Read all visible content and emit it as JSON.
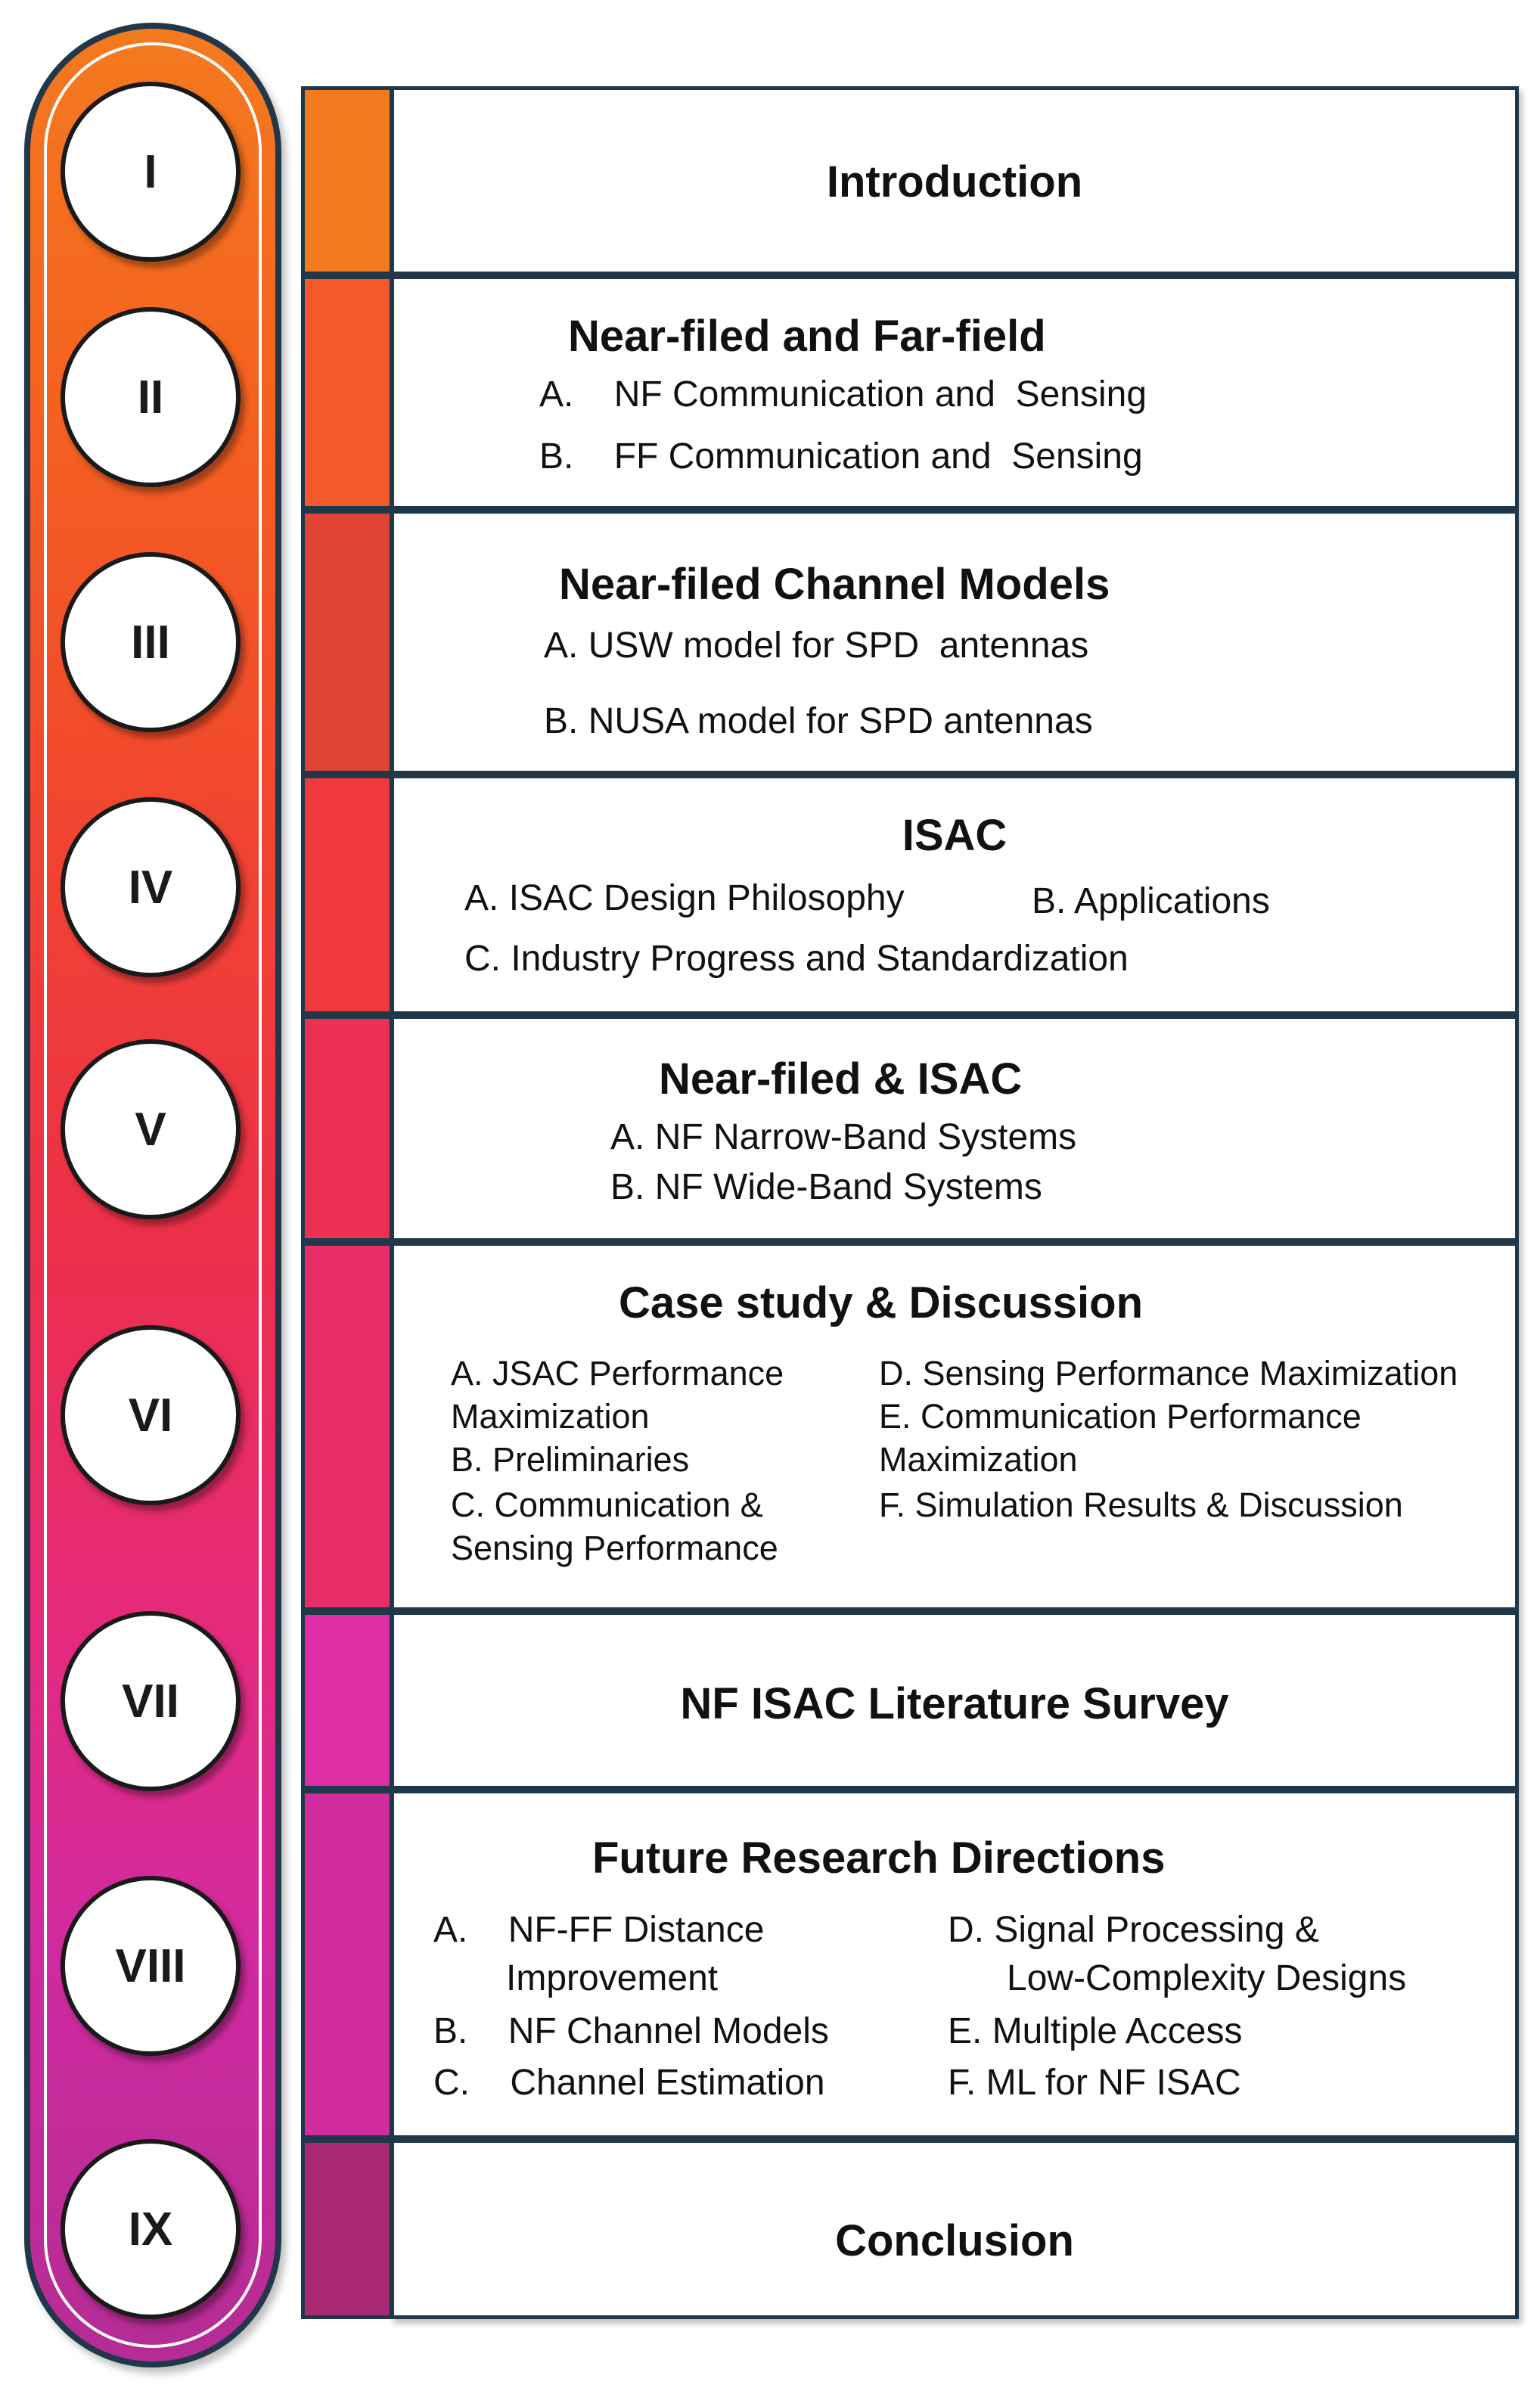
{
  "sections": [
    {
      "numeral": "I",
      "title": "Introduction",
      "color": "#f47a1f",
      "items": []
    },
    {
      "numeral": "II",
      "title": "Near-filed and Far-field",
      "color": "#f45a2a",
      "items": [
        "A.    NF Communication and  Sensing",
        "B.    FF Communication and  Sensing"
      ]
    },
    {
      "numeral": "III",
      "title": "Near-filed Channel Models",
      "color": "#e04433",
      "items": [
        "A. USW model for SPD  antennas",
        "B. NUSA model for SPD antennas"
      ]
    },
    {
      "numeral": "IV",
      "title": "ISAC",
      "color": "#f0383f",
      "items": [
        "A. ISAC Design Philosophy",
        "B. Applications",
        "C. Industry Progress and Standardization"
      ]
    },
    {
      "numeral": "V",
      "title": "Near-filed & ISAC",
      "color": "#ec2f52",
      "items": [
        "A. NF Narrow-Band Systems",
        "B. NF Wide-Band Systems"
      ]
    },
    {
      "numeral": "VI",
      "title": "Case study & Discussion",
      "color": "#e92d69",
      "items": [
        "A. JSAC Performance",
        "Maximization",
        "B. Preliminaries",
        "C. Communication &",
        "Sensing Performance",
        "D. Sensing Performance Maximization",
        "E. Communication Performance",
        "Maximization",
        "F. Simulation Results & Discussion"
      ]
    },
    {
      "numeral": "VII",
      "title": "NF ISAC Literature Survey",
      "color": "#de2ea6",
      "items": []
    },
    {
      "numeral": "VIII",
      "title": "Future Research Directions",
      "color": "#d02c9e",
      "items": [
        "A.    NF-FF Distance",
        "Improvement",
        "B.    NF Channel Models",
        "C.    Channel Estimation",
        "D. Signal Processing &",
        "Low-Complexity Designs",
        "E. Multiple Access",
        "F. ML for NF ISAC"
      ]
    },
    {
      "numeral": "IX",
      "title": "Conclusion",
      "color": "#a82a73",
      "items": []
    }
  ]
}
